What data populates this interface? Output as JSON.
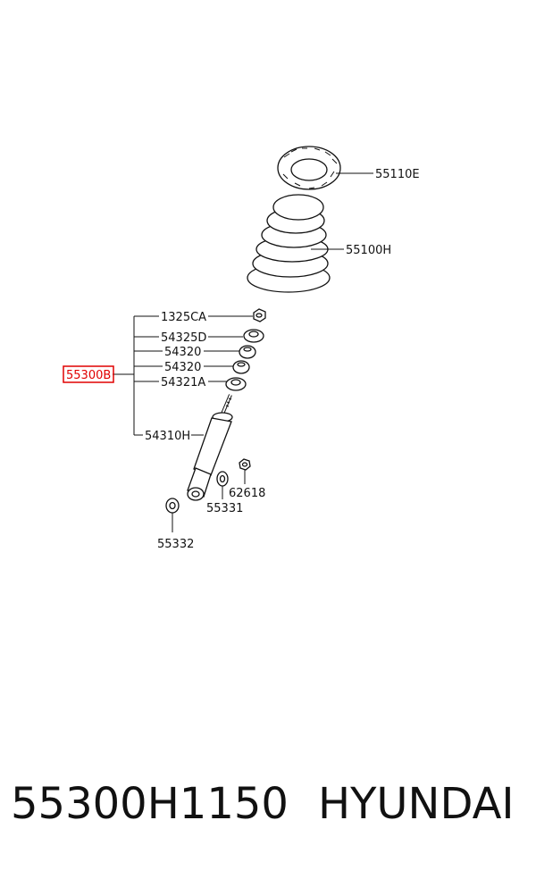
{
  "diagram": {
    "labels": {
      "spring_seat": "55110E",
      "coil_spring": "55100H",
      "nut": "1325CA",
      "washer_top": "54325D",
      "bushing_1": "54320",
      "bushing_2": "54320",
      "washer_bottom": "54321A",
      "assembly": "55300B",
      "absorber": "54310H",
      "nut_lower": "62618",
      "bushing_lower": "55331",
      "bushing_bottom": "55332"
    },
    "highlight_color": "#e00000"
  },
  "footer": {
    "part_number": "55300H1150",
    "brand": "HYUNDAI"
  }
}
